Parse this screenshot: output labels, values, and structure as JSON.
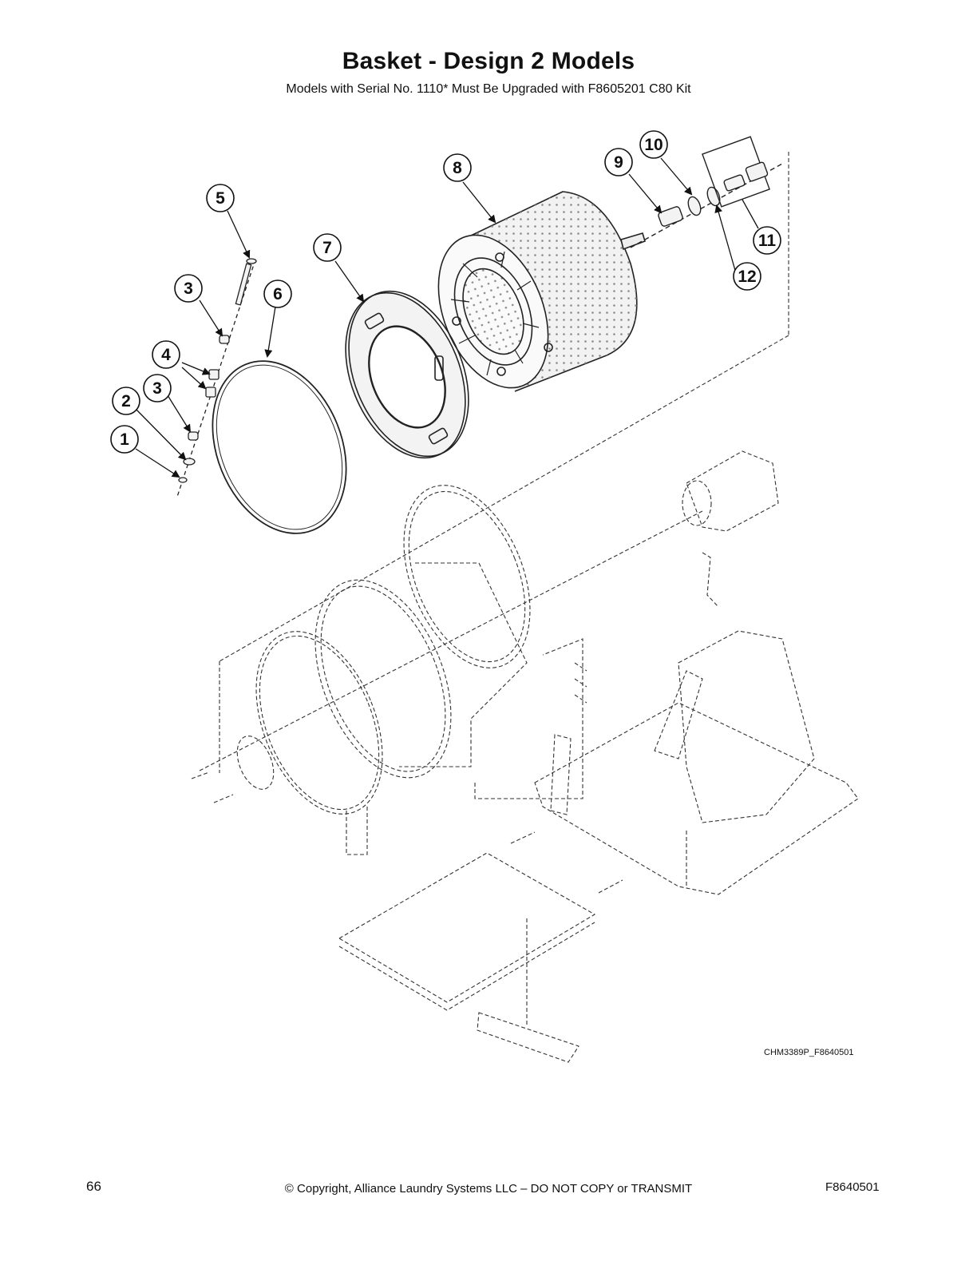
{
  "header": {
    "title": "Basket - Design 2 Models",
    "subtitle": "Models with Serial No. 1110* Must Be Upgraded with F8605201 C80 Kit"
  },
  "diagram": {
    "figure_id": "CHM3389P_F8640501",
    "callouts": [
      {
        "id": "c1",
        "label": "1"
      },
      {
        "id": "c2",
        "label": "2"
      },
      {
        "id": "c3a",
        "label": "3"
      },
      {
        "id": "c3b",
        "label": "3"
      },
      {
        "id": "c4",
        "label": "4"
      },
      {
        "id": "c5",
        "label": "5"
      },
      {
        "id": "c6",
        "label": "6"
      },
      {
        "id": "c7",
        "label": "7"
      },
      {
        "id": "c8",
        "label": "8"
      },
      {
        "id": "c9",
        "label": "9"
      },
      {
        "id": "c10",
        "label": "10"
      },
      {
        "id": "c11",
        "label": "11"
      },
      {
        "id": "c12",
        "label": "12"
      }
    ]
  },
  "footer": {
    "page_number": "66",
    "copyright": "© Copyright, Alliance Laundry Systems LLC – DO NOT COPY or TRANSMIT",
    "doc_number": "F8640501"
  }
}
